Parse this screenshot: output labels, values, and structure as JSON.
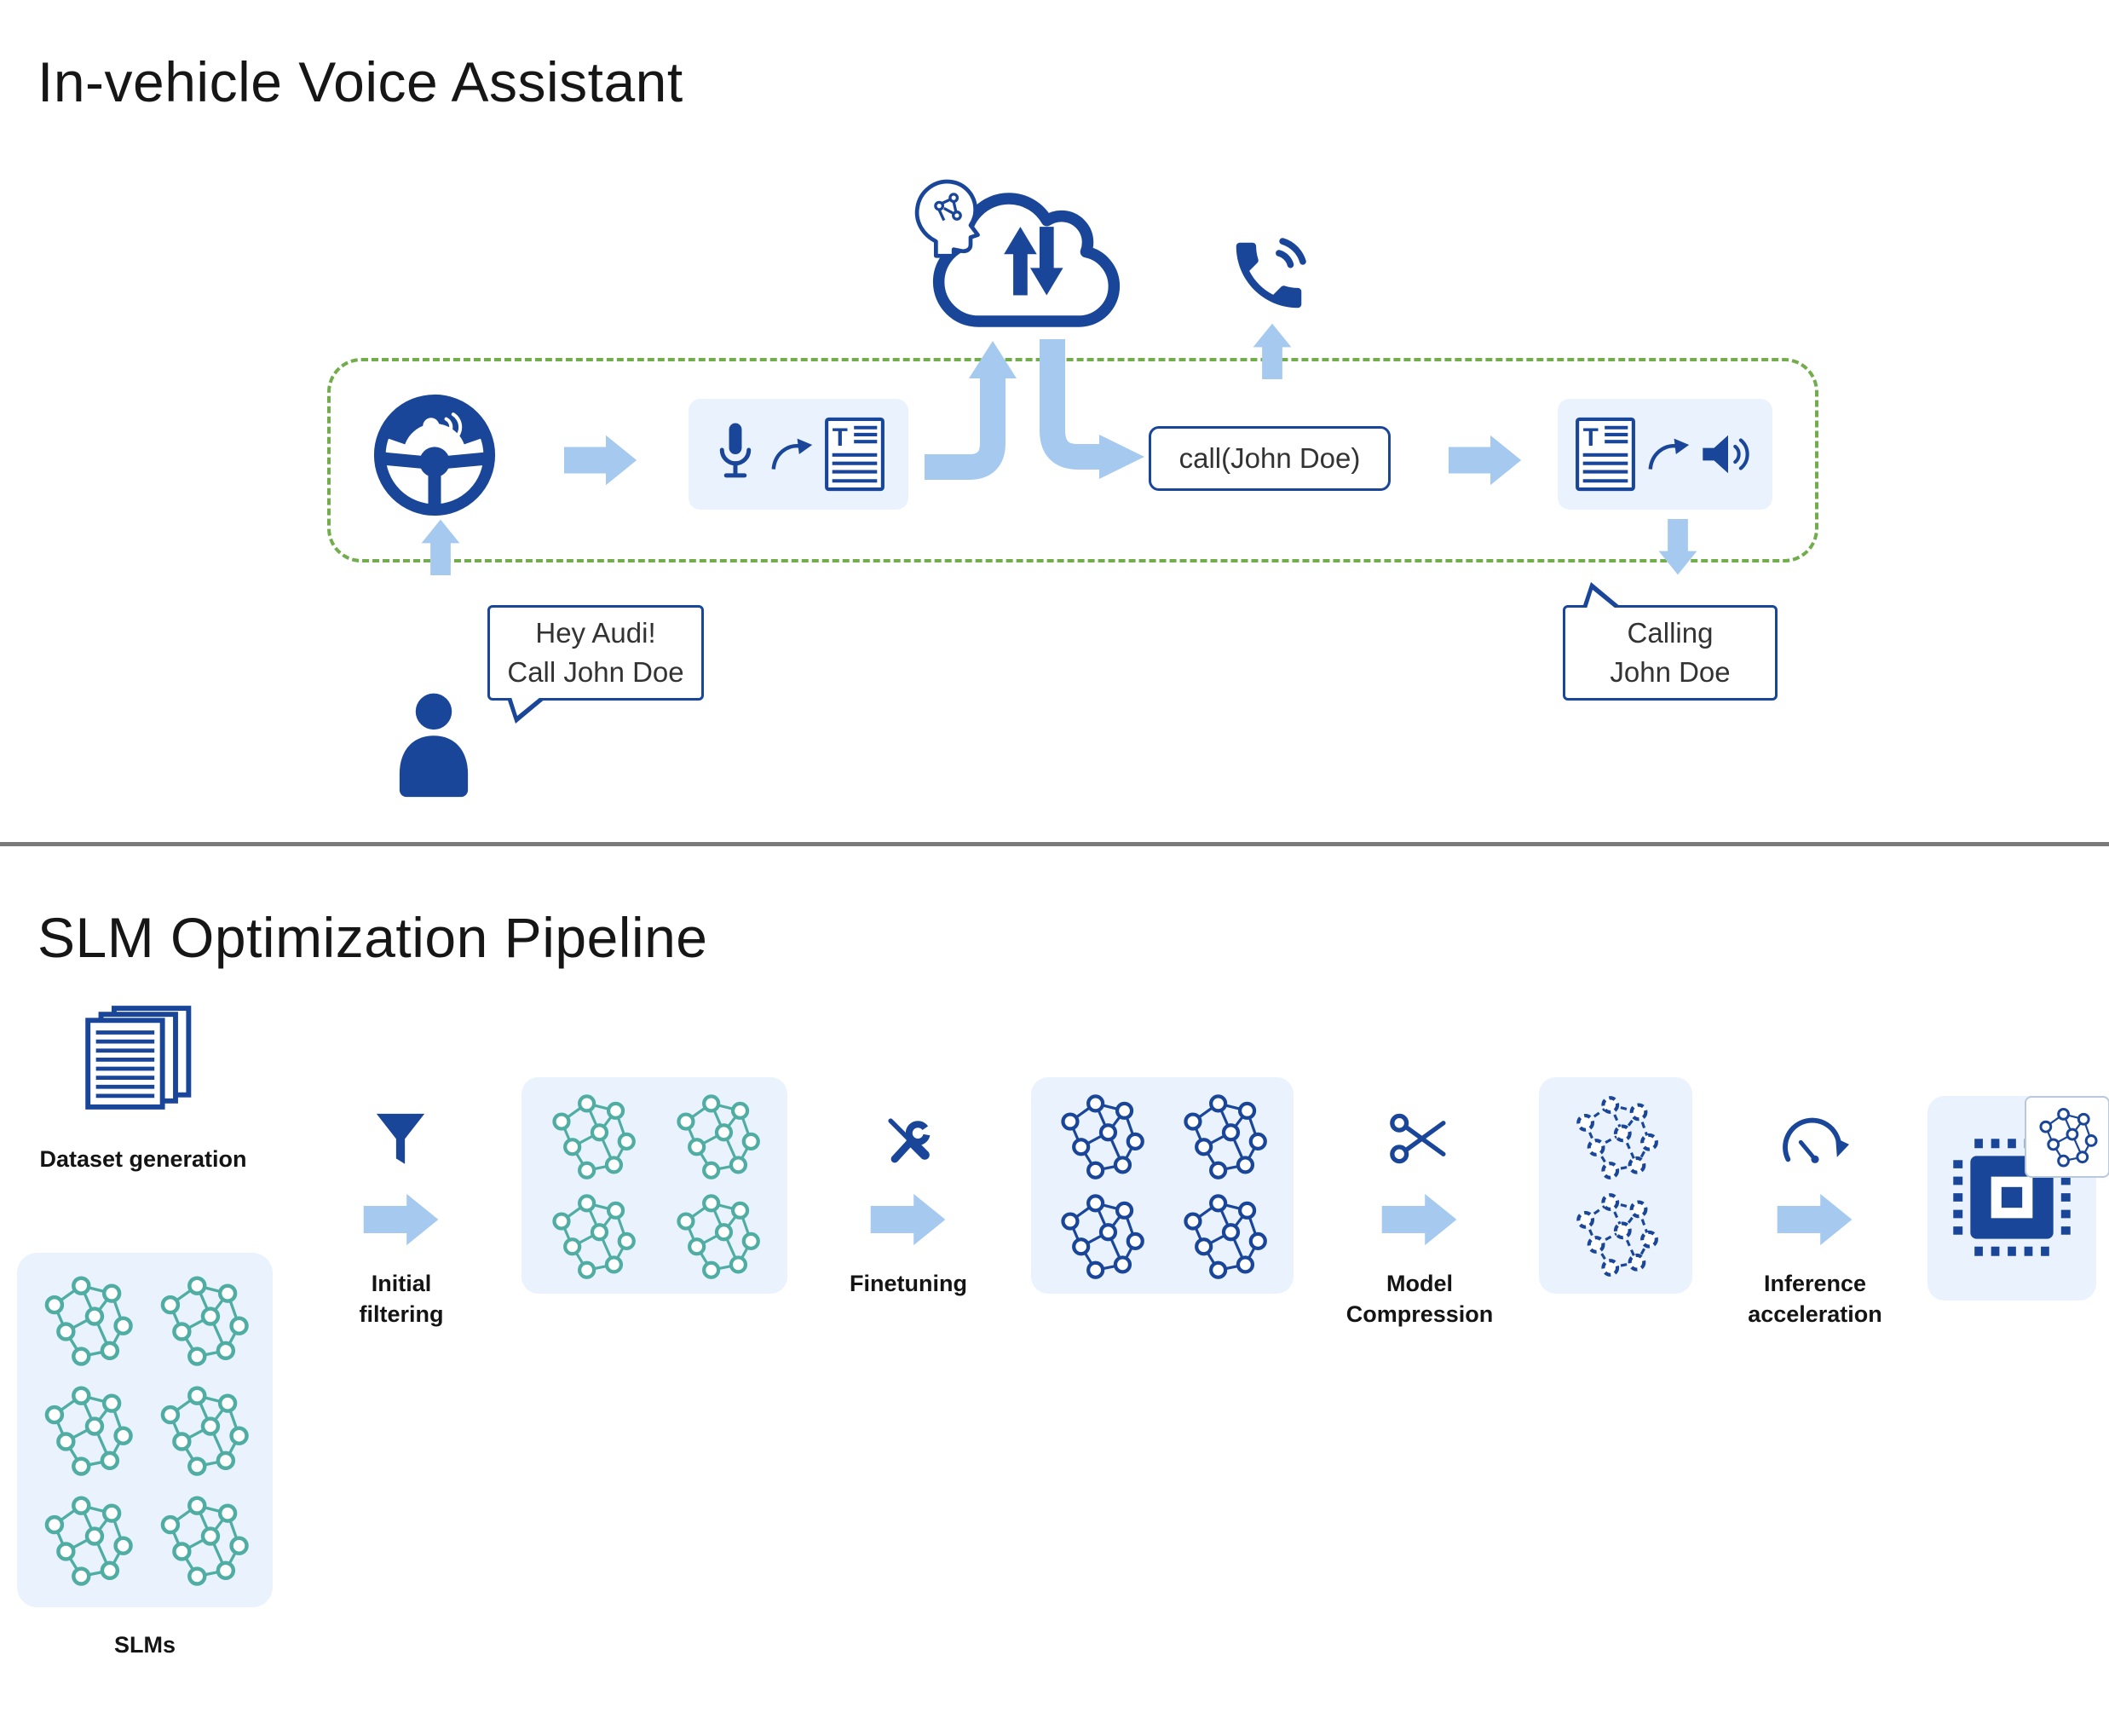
{
  "colors": {
    "dark_blue": "#1a4699",
    "light_blue_arrow": "#a6c9f0",
    "panel_blue": "#e9f2fd",
    "teal_network": "#4fada3",
    "green_dashed_border": "#72ad4c",
    "divider_gray": "#7a7a7a"
  },
  "voice_assistant": {
    "title": "In-vehicle Voice Assistant",
    "user_bubble": {
      "line1": "Hey Audi!",
      "line2": "Call John Doe"
    },
    "action_label": "call(John Doe)",
    "response_bubble": {
      "line1": "Calling",
      "line2": "John Doe"
    },
    "doc_letter": "T"
  },
  "pipeline": {
    "title": "SLM Optimization Pipeline",
    "dataset_label": "Dataset generation",
    "slms_label": "SLMs",
    "steps": [
      {
        "label_lines": [
          "Initial",
          "filtering"
        ]
      },
      {
        "label_lines": [
          "Finetuning"
        ]
      },
      {
        "label_lines": [
          "Model",
          "Compression"
        ]
      },
      {
        "label_lines": [
          "Inference",
          "acceleration"
        ]
      }
    ]
  },
  "icons": {
    "steering-wheel-voice-icon": "steering wheel with speaking driver",
    "microphone-icon": "microphone",
    "convert-arrow-icon": "curved forward arrow",
    "text-document-icon": "text document with letter T",
    "ai-cloud-icon": "cloud with up/down transfer arrows",
    "brain-head-icon": "head with circuit brain",
    "phone-call-icon": "ringing telephone handset",
    "speaker-icon": "loudspeaker with sound waves",
    "user-person-icon": "person silhouette",
    "dataset-stack-icon": "stack of documents",
    "network-icon": "node-link graph network",
    "funnel-icon": "filter funnel",
    "tools-icon": "crossed wrench and screwdriver",
    "scissors-icon": "scissors",
    "speedometer-icon": "speedometer gauge",
    "chip-icon": "processor chip"
  }
}
